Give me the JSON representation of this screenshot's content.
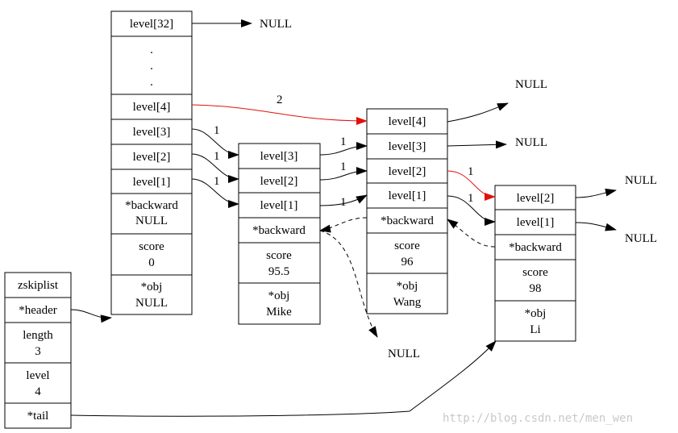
{
  "nodes": {
    "zskiplist": [
      "zskiplist",
      "*header",
      "length",
      "3",
      "level",
      "4",
      "*tail"
    ],
    "header": {
      "level32": "level[32]",
      "dot": ".",
      "level4": "level[4]",
      "level3": "level[3]",
      "level2": "level[2]",
      "level1": "level[1]",
      "backward": [
        "*backward",
        "NULL"
      ],
      "score": [
        "score",
        "0"
      ],
      "obj": [
        "*obj",
        "NULL"
      ]
    },
    "mike": {
      "level3": "level[3]",
      "level2": "level[2]",
      "level1": "level[1]",
      "backward": "*backward",
      "score": [
        "score",
        "95.5"
      ],
      "obj": [
        "*obj",
        "Mike"
      ]
    },
    "wang": {
      "level4": "level[4]",
      "level3": "level[3]",
      "level2": "level[2]",
      "level1": "level[1]",
      "backward": "*backward",
      "score": [
        "score",
        "96"
      ],
      "obj": [
        "*obj",
        "Wang"
      ]
    },
    "li": {
      "level2": "level[2]",
      "level1": "level[1]",
      "backward": "*backward",
      "score": [
        "score",
        "98"
      ],
      "obj": [
        "*obj",
        "Li"
      ]
    }
  },
  "labels": {
    "null": "NULL",
    "span_two": "2",
    "span_one": "1"
  },
  "watermark": "http://blog.csdn.net/men_wen",
  "colors": {
    "highlight_edge": "#e0110d",
    "watermark": "#c9c9c9"
  }
}
